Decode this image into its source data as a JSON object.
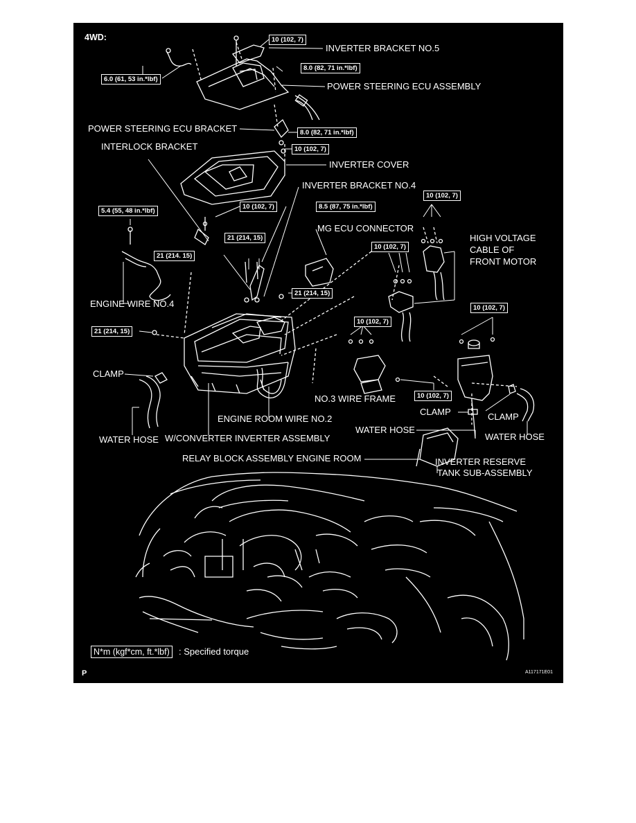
{
  "figure": {
    "heading": "4WD:",
    "corner_letter": "P",
    "figure_code": "A117171E01"
  },
  "torques": {
    "t1": "10 (102, 7)",
    "t2": "6.0 (61, 53 in.*lbf)",
    "t3": "8.0 (82, 71 in.*lbf)",
    "t4": "8.0 (82, 71 in.*lbf)",
    "t5": "10 (102, 7)",
    "t6": "10 (102, 7)",
    "t7": "5.4 (55, 48 in.*lbf)",
    "t8": "8.5 (87, 75 in.*lbf)",
    "t9": "10 (102, 7)",
    "t10": "21 (214, 15)",
    "t11": "21 (214. 15)",
    "t12": "10 (102, 7)",
    "t13": "21 (214, 15)",
    "t14": "21 (214, 15)",
    "t15": "10 (102, 7)",
    "t16": "10 (102, 7)",
    "t17": "10 (102, 7)"
  },
  "labels": {
    "inverter_bracket_5": "INVERTER BRACKET NO.5",
    "power_steering_ecu_assembly": "POWER STEERING ECU ASSEMBLY",
    "power_steering_ecu_bracket": "POWER STEERING ECU BRACKET",
    "interlock_bracket": "INTERLOCK BRACKET",
    "inverter_cover": "INVERTER COVER",
    "inverter_bracket_4": "INVERTER BRACKET NO.4",
    "mg_ecu_connector": "MG ECU CONNECTOR",
    "hv_cable_1": "HIGH VOLTAGE",
    "hv_cable_2": "CABLE OF",
    "hv_cable_3": "FRONT MOTOR",
    "engine_wire_4": "ENGINE WIRE NO.4",
    "clamp_left": "CLAMP",
    "no3_wire_frame": "NO.3 WIRE FRAME",
    "clamp_mid": "CLAMP",
    "clamp_right": "CLAMP",
    "engine_room_wire_2": "ENGINE ROOM WIRE NO.2",
    "water_hose_left": "WATER HOSE",
    "converter_inverter": "W/CONVERTER INVERTER ASSEMBLY",
    "water_hose_mid": "WATER HOSE",
    "water_hose_right": "WATER HOSE",
    "relay_block": "RELAY BLOCK ASSEMBLY ENGINE ROOM",
    "reserve_tank_1": "INVERTER RESERVE",
    "reserve_tank_2": "TANK SUB-ASSEMBLY"
  },
  "legend": {
    "unit": "N*m (kgf*cm, ft.*lbf)",
    "text": ": Specified torque"
  }
}
